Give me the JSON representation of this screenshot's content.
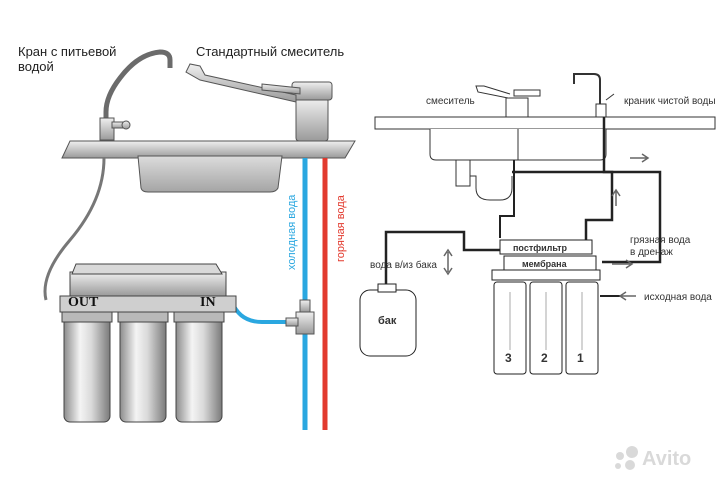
{
  "left": {
    "faucet_label": "Кран с питьевой водой",
    "faucet_label_line1": "Кран с питьевой",
    "faucet_label_line2": "водой",
    "mixer_label": "Стандартный смеситель",
    "cold_water": "холодная вода",
    "hot_water": "горячая вода",
    "out_label": "OUT",
    "in_label": "IN",
    "cold_color": "#2aa7e0",
    "hot_color": "#e23a2e"
  },
  "right": {
    "mixer": "смеситель",
    "clean_tap": "краник чистой воды",
    "postfilter": "постфильтр",
    "membrane": "мембрана",
    "tank_water": "вода в/из бака",
    "tank": "бак",
    "dirty_water_line1": "грязная вода",
    "dirty_water_line2": "в дренаж",
    "source_water": "исходная вода",
    "stage_3": "3",
    "stage_2": "2",
    "stage_1": "1"
  },
  "watermark": {
    "text": "Avito"
  }
}
